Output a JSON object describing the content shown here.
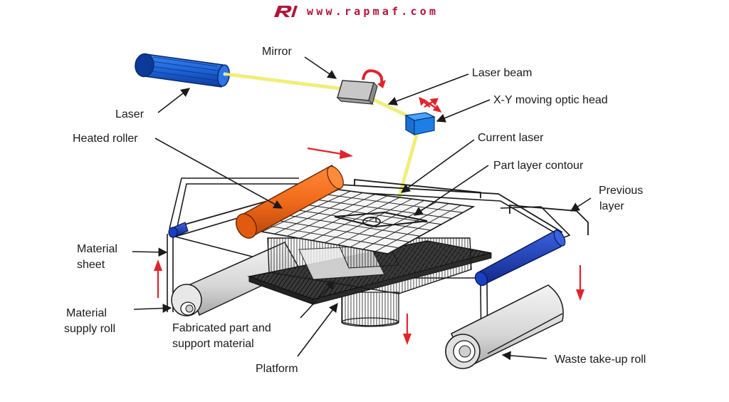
{
  "brand": {
    "logo_text": "R1",
    "url": "www.rapmaf.com",
    "color": "#b0163a"
  },
  "labels": {
    "mirror": "Mirror",
    "laser_beam": "Laser beam",
    "laser": "Laser",
    "optic_head": "X-Y moving optic head",
    "heated_roller": "Heated roller",
    "current_laser": "Current laser",
    "part_layer_contour": "Part layer contour",
    "previous_layer_1": "Previous",
    "previous_layer_2": "layer",
    "material_sheet_1": "Material",
    "material_sheet_2": "sheet",
    "material_supply_roll_1": "Material",
    "material_supply_roll_2": "supply roll",
    "fabricated_part_1": "Fabricated part and",
    "fabricated_part_2": "support material",
    "platform": "Platform",
    "waste_roll": "Waste take-up roll"
  },
  "colors": {
    "laser_body": "#1e63d6",
    "beam": "#f3f06a",
    "optic_head": "#1e7ee6",
    "heated_roller": "#f06a1a",
    "motion_arrow": "#e0242c",
    "blue_roller": "#1a3fc0",
    "outline": "#1a1a1a"
  }
}
